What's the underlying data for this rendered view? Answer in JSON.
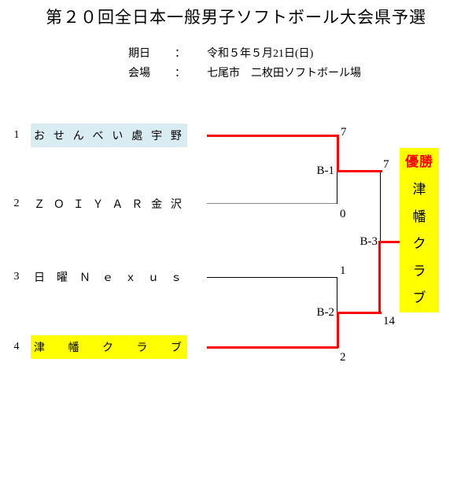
{
  "title": "第２０回全日本一般男子ソフトボール大会県予選",
  "info": {
    "date_label": "期日",
    "date_colon": "：",
    "date_value": "令和５年５月21日(日)",
    "venue_label": "会場",
    "venue_colon": "：",
    "venue_value": "七尾市　二枚田ソフトボール場"
  },
  "bracket": {
    "teams": [
      {
        "seed": "1",
        "name": "おせんべい處宇野"
      },
      {
        "seed": "2",
        "name": "ＺＯＩＹＡＲ金沢"
      },
      {
        "seed": "3",
        "name": "日曜Ｎｅｘｕｓ"
      },
      {
        "seed": "4",
        "name": "津幡クラブ"
      }
    ],
    "matches": [
      {
        "id": "B-1",
        "score_top": "7",
        "score_bottom": "0",
        "winner_score": "7"
      },
      {
        "id": "B-2",
        "score_top": "1",
        "score_bottom": "2",
        "winner_score": "14"
      },
      {
        "id": "B-3"
      }
    ]
  },
  "champion": {
    "label": "優勝",
    "name": "津幡クラブ"
  },
  "colors": {
    "line_red": "#ff0000",
    "line_black": "#000000",
    "line_gray": "#888888",
    "team1_highlight": "#d9ecf2",
    "team4_highlight": "#ffff00",
    "champion_bg": "#ffff00",
    "champion_label_color": "#ff0000"
  }
}
